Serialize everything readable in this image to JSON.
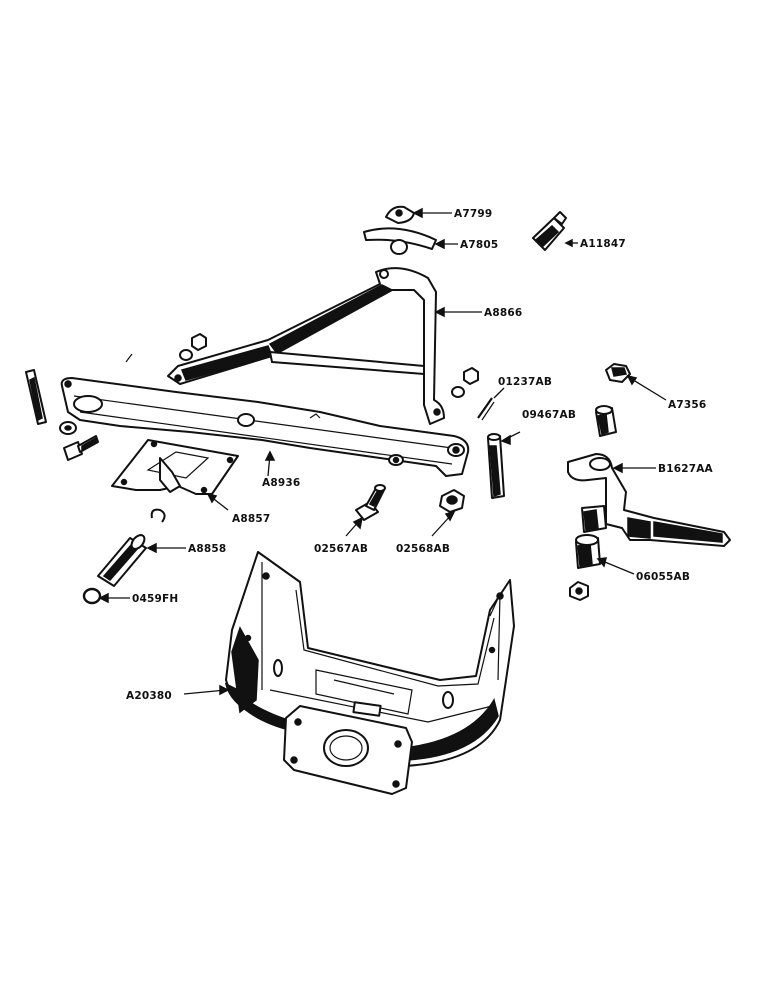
{
  "labels": {
    "a7799": "A7799",
    "a7805": "A7805",
    "a11847": "A11847",
    "a8866": "A8866",
    "a01237ab": "01237AB",
    "a7356": "A7356",
    "a09467ab": "09467AB",
    "b1627aa": "B1627AA",
    "a8936": "A8936",
    "a8857": "A8857",
    "a02567ab": "02567AB",
    "a02568ab": "02568AB",
    "a8858": "A8858",
    "a0459fh": "0459FH",
    "a06055ab": "06055AB",
    "a20380": "A20380"
  }
}
